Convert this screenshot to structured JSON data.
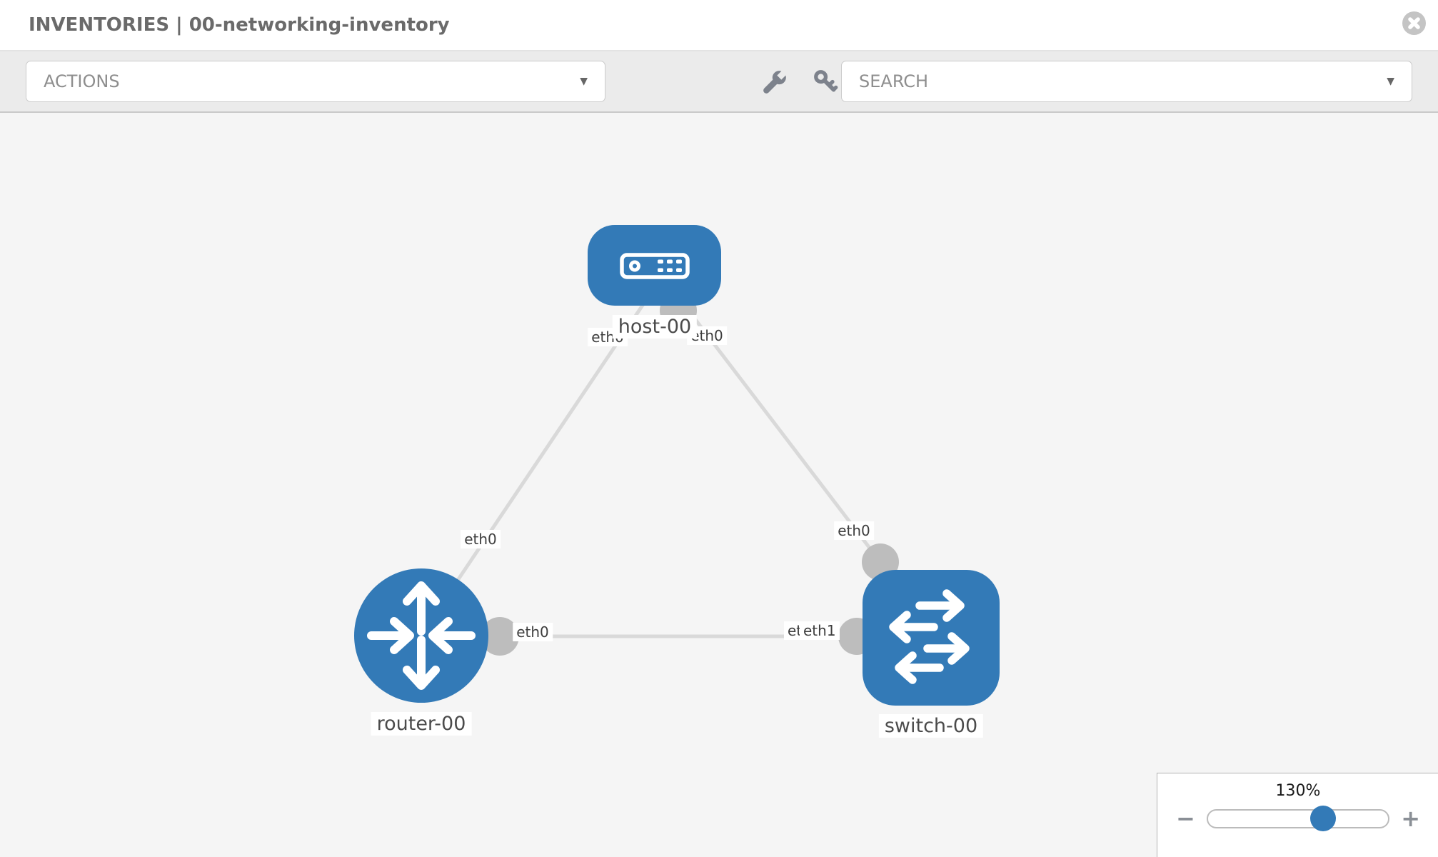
{
  "header": {
    "title": "INVENTORIES | 00-networking-inventory"
  },
  "toolbar": {
    "actions_label": "ACTIONS",
    "search_label": "SEARCH",
    "caret_glyph": "▼"
  },
  "icons": {
    "close": "circle-x",
    "wrench": "wrench",
    "key": "key",
    "caret": "triangle-down"
  },
  "topology": {
    "nodes": [
      {
        "id": "host-00",
        "type": "host"
      },
      {
        "id": "router-00",
        "type": "router"
      },
      {
        "id": "switch-00",
        "type": "switch"
      }
    ],
    "links": [
      {
        "source": "host-00",
        "source_interface": "eth0",
        "target": "router-00",
        "target_interface": "eth0"
      },
      {
        "source": "host-00",
        "source_interface": "eth0",
        "target": "switch-00",
        "target_interface": "eth0"
      },
      {
        "source": "router-00",
        "source_interface": "eth0",
        "target": "switch-00",
        "target_interface": "eth1"
      }
    ],
    "node_labels": {
      "host": "host-00",
      "router": "router-00",
      "switch": "switch-00"
    },
    "interface_labels": {
      "host_to_router": "eth0",
      "host_to_switch": "eth0",
      "router_to_host": "eth0",
      "switch_to_host": "eth0",
      "router_to_switch": "eth0",
      "switch_to_router_back": "eth0",
      "switch_to_router_front": "eth1"
    }
  },
  "zoom_control": {
    "level": "130%",
    "minus_glyph": "−",
    "plus_glyph": "+"
  },
  "colors": {
    "node_blue": "#337ab7",
    "edge_gray": "#d9d9d9",
    "connector_gray": "#bdbdbd",
    "canvas_bg": "#f5f5f5",
    "toolbar_bg": "#ebebeb"
  }
}
